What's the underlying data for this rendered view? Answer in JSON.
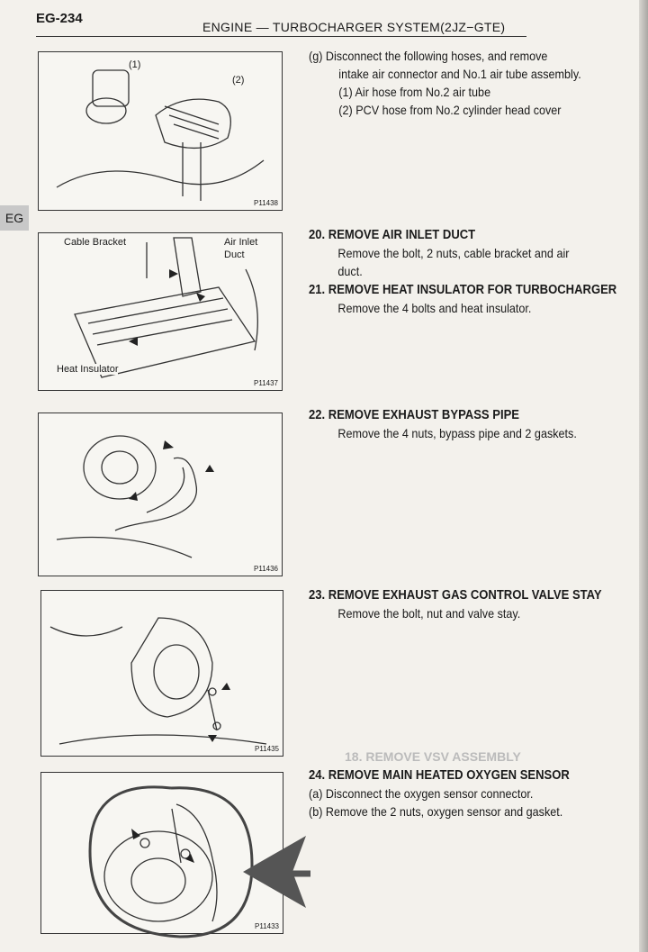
{
  "header": {
    "page_number": "EG-234",
    "title": "ENGINE — TURBOCHARGER SYSTEM(2JZ−GTE)",
    "side_tab": "EG"
  },
  "figures": [
    {
      "code": "P11438",
      "labels": [
        "(1)",
        "(2)"
      ]
    },
    {
      "code": "P11437",
      "labels": [
        "Cable Bracket",
        "Air Inlet",
        "Duct",
        "Heat Insulator"
      ]
    },
    {
      "code": "P11436",
      "labels": []
    },
    {
      "code": "P11435",
      "labels": []
    },
    {
      "code": "P11433",
      "labels": []
    }
  ],
  "steps": [
    {
      "id": "g",
      "lines": [
        "(g)  Disconnect the following hoses, and remove",
        "intake air connector and No.1 air tube assembly."
      ],
      "items": [
        "(1)   Air hose from No.2 air tube",
        "(2)   PCV hose from No.2 cylinder head cover"
      ]
    },
    {
      "id": "20",
      "heading": "20.  REMOVE AIR INLET DUCT",
      "lines": [
        "Remove the bolt, 2 nuts, cable bracket and air",
        "duct."
      ]
    },
    {
      "id": "21",
      "heading": "21.  REMOVE HEAT INSULATOR FOR TURBOCHARGER",
      "lines": [
        "Remove the 4 bolts and heat insulator."
      ]
    },
    {
      "id": "22",
      "heading": "22.  REMOVE EXHAUST BYPASS PIPE",
      "lines": [
        "Remove the 4 nuts, bypass pipe and 2 gaskets."
      ]
    },
    {
      "id": "23",
      "heading": "23.  REMOVE EXHAUST GAS CONTROL VALVE STAY",
      "lines": [
        "Remove the bolt, nut and valve stay."
      ]
    },
    {
      "id": "24",
      "heading": "24.  REMOVE MAIN HEATED OXYGEN SENSOR",
      "items": [
        "(a)   Disconnect the oxygen sensor connector.",
        "(b)   Remove the 2 nuts, oxygen sensor and gasket."
      ]
    }
  ],
  "bleed_through": "18. REMOVE VSV ASSEMBLY"
}
